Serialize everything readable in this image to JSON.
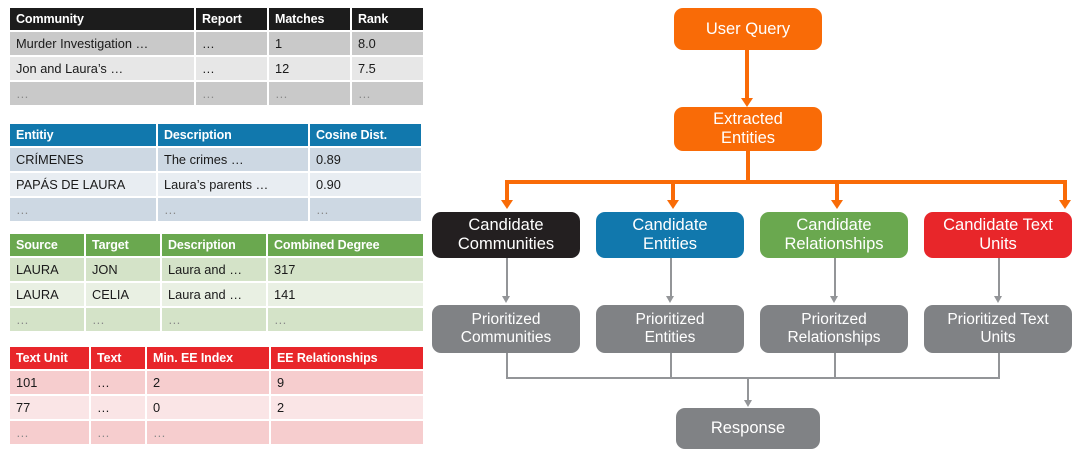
{
  "tables": [
    {
      "name": "community-table",
      "theme": "black",
      "columns": [
        "Community",
        "Report",
        "Matches",
        "Rank"
      ],
      "widths": [
        184,
        71,
        81,
        71
      ],
      "rows": [
        [
          "Murder Investigation …",
          "…",
          "1",
          "8.0"
        ],
        [
          "Jon and Laura’s …",
          "…",
          "12",
          "7.5"
        ],
        [
          "…",
          "…",
          "…",
          "…"
        ]
      ],
      "muted_row_index": 2
    },
    {
      "name": "entity-table",
      "theme": "blue",
      "columns": [
        "Entitiy",
        "Description",
        "Cosine Dist."
      ],
      "widths": [
        146,
        150,
        111
      ],
      "rows": [
        [
          "CRÍMENES",
          "The crimes …",
          "0.89"
        ],
        [
          "PAPÁS DE LAURA",
          "Laura’s parents …",
          "0.90"
        ],
        [
          "…",
          "…",
          "…"
        ]
      ],
      "muted_row_index": 2
    },
    {
      "name": "relationship-table",
      "theme": "green",
      "columns": [
        "Source",
        "Target",
        "Description",
        "Combined Degree"
      ],
      "widths": [
        74,
        74,
        104,
        155
      ],
      "rows": [
        [
          "LAURA",
          "JON",
          "Laura and …",
          "317"
        ],
        [
          "LAURA",
          "CELIA",
          "Laura and …",
          "141"
        ],
        [
          "…",
          "…",
          "…",
          "…"
        ]
      ],
      "muted_row_index": 2
    },
    {
      "name": "text-unit-table",
      "theme": "red",
      "columns": [
        "Text Unit",
        "Text",
        "Min. EE Index",
        "EE Relationships"
      ],
      "widths": [
        79,
        54,
        122,
        152
      ],
      "rows": [
        [
          "101",
          "…",
          "2",
          "9"
        ],
        [
          "77",
          "…",
          "0",
          "2"
        ],
        [
          "…",
          "…",
          "…",
          ""
        ]
      ],
      "muted_row_index": 2
    }
  ],
  "flow": {
    "user_query": "User Query",
    "extracted_entities": "Extracted\nEntities",
    "extracted_entities_line1": "Extracted",
    "extracted_entities_line2": "Entities",
    "candidates": [
      {
        "line1": "Candidate",
        "line2": "Communities",
        "color": "#231f20"
      },
      {
        "line1": "Candidate",
        "line2": "Entities",
        "color": "#1178ad"
      },
      {
        "line1": "Candidate",
        "line2": "Relationships",
        "color": "#6aa84f"
      },
      {
        "line1": "Candidate Text",
        "line2": "Units",
        "color": "#e8262a"
      }
    ],
    "prioritized": [
      {
        "line1": "Prioritized",
        "line2": "Communities"
      },
      {
        "line1": "Prioritized",
        "line2": "Entities"
      },
      {
        "line1": "Prioritzed",
        "line2": "Relationships"
      },
      {
        "line1": "Prioritized Text",
        "line2": "Units"
      }
    ],
    "response": "Response",
    "colors": {
      "orange": "#f96b07",
      "gray": "#808285",
      "connector_gray": "#939598",
      "black": "#231f20",
      "blue": "#1178ad",
      "green": "#6aa84f",
      "red": "#e8262a"
    }
  }
}
